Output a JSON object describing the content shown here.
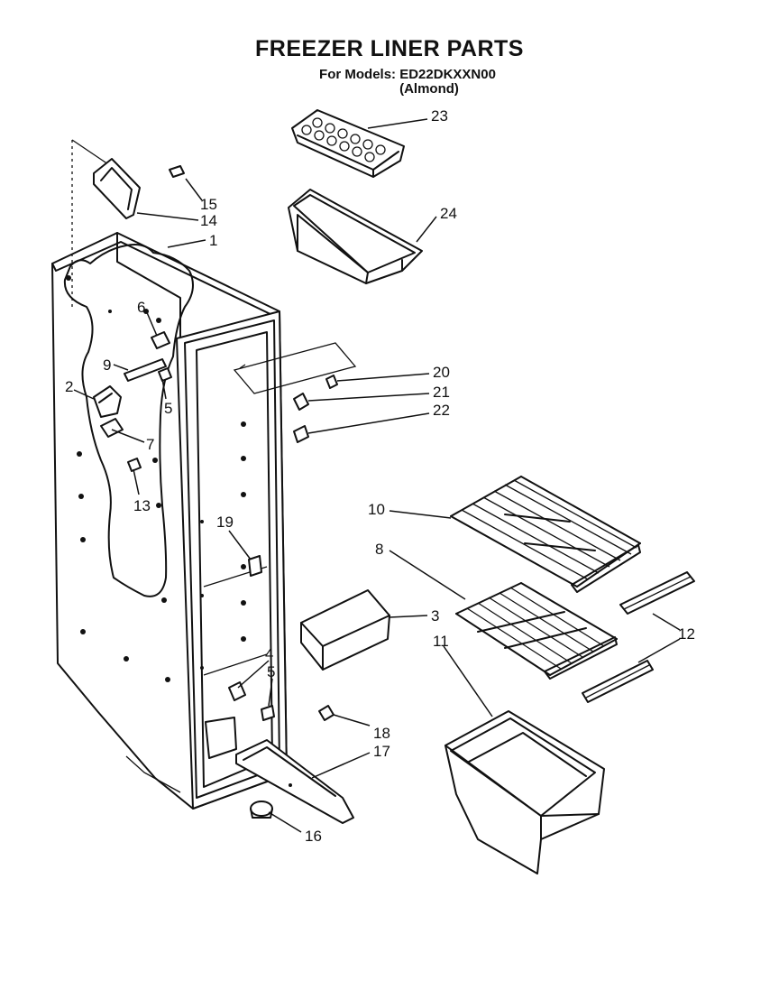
{
  "header": {
    "title": "FREEZER LINER PARTS",
    "models_line": "For Models: ED22DKXXN00",
    "color_line": "(Almond)"
  },
  "callouts": {
    "c1": "1",
    "c2": "2",
    "c3": "3",
    "c4": "4",
    "c5a": "5",
    "c5b": "5",
    "c6": "6",
    "c7": "7",
    "c8": "8",
    "c9": "9",
    "c10": "10",
    "c11": "11",
    "c12": "12",
    "c13": "13",
    "c14": "14",
    "c15": "15",
    "c16": "16",
    "c17": "17",
    "c18": "18",
    "c19": "19",
    "c20": "20",
    "c21": "21",
    "c22": "22",
    "c23": "23",
    "c24": "24"
  }
}
